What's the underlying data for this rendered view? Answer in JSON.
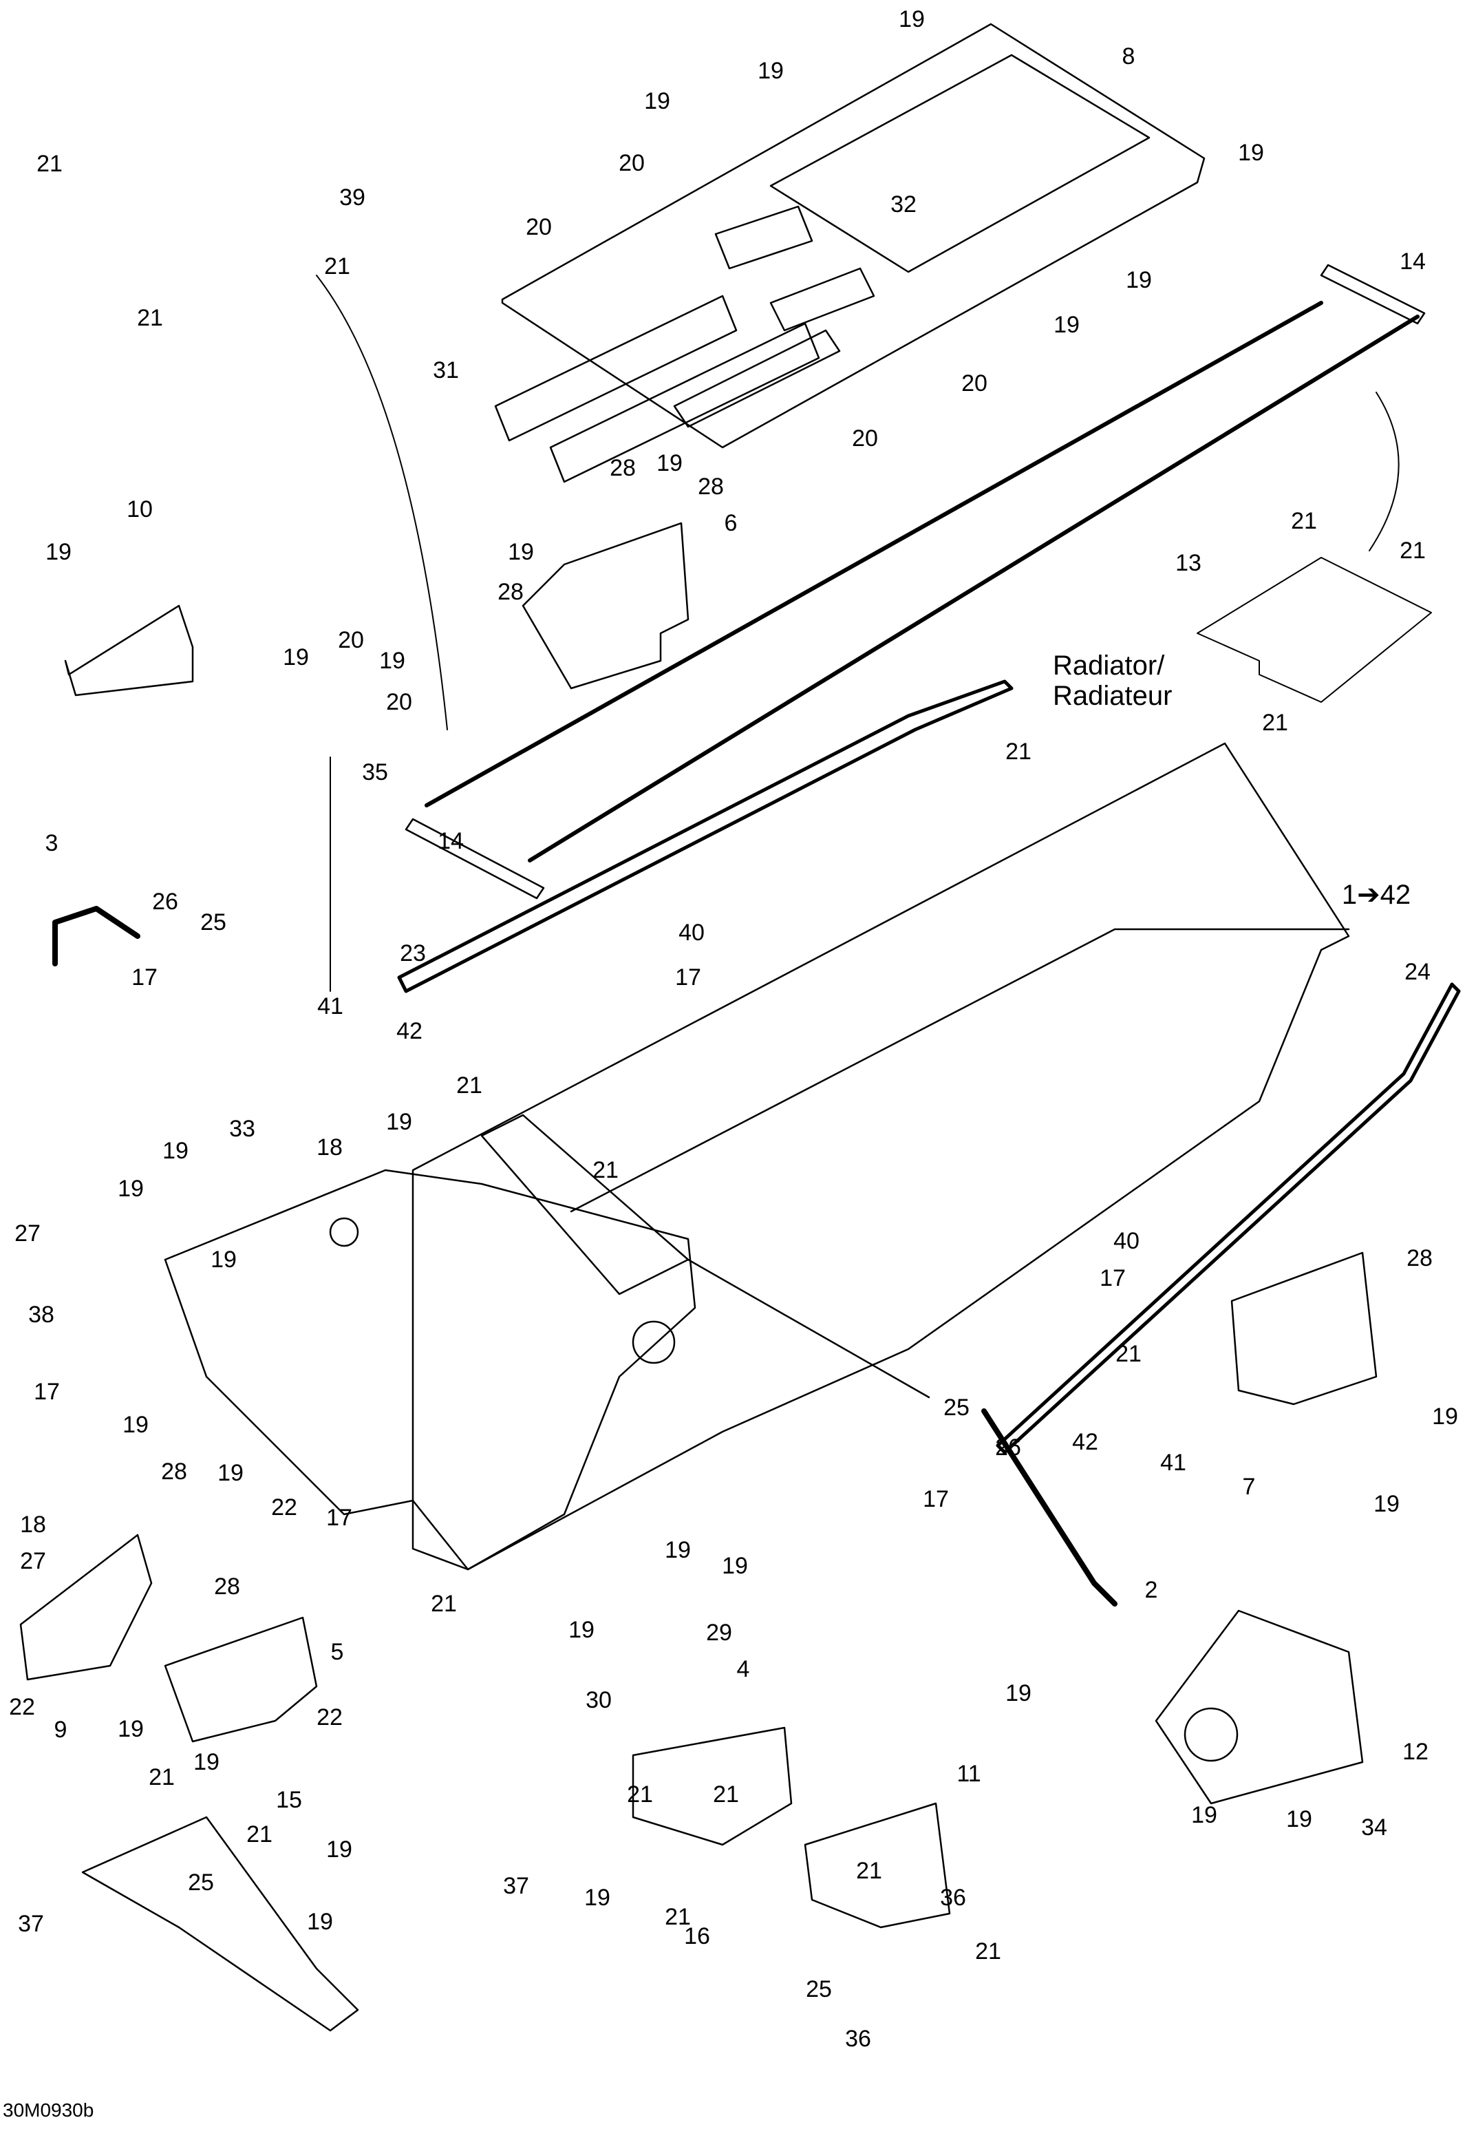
{
  "diagram": {
    "type": "exploded-parts-diagram",
    "subject": "Snowmobile frame / tunnel assembly",
    "drawing_code": "30M0930b",
    "range_label": "1➔42",
    "radiator_label_line1": "Radiator/",
    "radiator_label_line2": "Radiateur",
    "callouts": [
      {
        "id": "c19a",
        "text": "19"
      },
      {
        "id": "c8",
        "text": "8"
      },
      {
        "id": "c19b",
        "text": "19"
      },
      {
        "id": "c19c",
        "text": "19"
      },
      {
        "id": "c20a",
        "text": "20"
      },
      {
        "id": "c19d",
        "text": "19"
      },
      {
        "id": "c20b",
        "text": "20"
      },
      {
        "id": "c32",
        "text": "32"
      },
      {
        "id": "c21a",
        "text": "21"
      },
      {
        "id": "c39",
        "text": "39"
      },
      {
        "id": "c21b",
        "text": "21"
      },
      {
        "id": "c21c",
        "text": "21"
      },
      {
        "id": "c14a",
        "text": "14"
      },
      {
        "id": "c19e",
        "text": "19"
      },
      {
        "id": "c19f",
        "text": "19"
      },
      {
        "id": "c20c",
        "text": "20"
      },
      {
        "id": "c31",
        "text": "31"
      },
      {
        "id": "c20d",
        "text": "20"
      },
      {
        "id": "c28a",
        "text": "28"
      },
      {
        "id": "c19g",
        "text": "19"
      },
      {
        "id": "c28b",
        "text": "28"
      },
      {
        "id": "c6",
        "text": "6"
      },
      {
        "id": "c10",
        "text": "10"
      },
      {
        "id": "c19h",
        "text": "19"
      },
      {
        "id": "c28c",
        "text": "28"
      },
      {
        "id": "c13",
        "text": "13"
      },
      {
        "id": "c21d",
        "text": "21"
      },
      {
        "id": "c21e",
        "text": "21"
      },
      {
        "id": "c20e",
        "text": "20"
      },
      {
        "id": "c19i",
        "text": "19"
      },
      {
        "id": "c19j",
        "text": "19"
      },
      {
        "id": "c20f",
        "text": "20"
      },
      {
        "id": "c35",
        "text": "35"
      },
      {
        "id": "c19k",
        "text": "19"
      },
      {
        "id": "c21f",
        "text": "21"
      },
      {
        "id": "c21g",
        "text": "21"
      },
      {
        "id": "c3",
        "text": "3"
      },
      {
        "id": "c14b",
        "text": "14"
      },
      {
        "id": "c26a",
        "text": "26"
      },
      {
        "id": "c25a",
        "text": "25"
      },
      {
        "id": "c40a",
        "text": "40"
      },
      {
        "id": "c23",
        "text": "23"
      },
      {
        "id": "c17a",
        "text": "17"
      },
      {
        "id": "c17b",
        "text": "17"
      },
      {
        "id": "c24",
        "text": "24"
      },
      {
        "id": "c41a",
        "text": "41"
      },
      {
        "id": "c42a",
        "text": "42"
      },
      {
        "id": "c21h",
        "text": "21"
      },
      {
        "id": "c19l",
        "text": "19"
      },
      {
        "id": "c33",
        "text": "33"
      },
      {
        "id": "c18a",
        "text": "18"
      },
      {
        "id": "c19m",
        "text": "19"
      },
      {
        "id": "c21i",
        "text": "21"
      },
      {
        "id": "c19n",
        "text": "19"
      },
      {
        "id": "c27a",
        "text": "27"
      },
      {
        "id": "c19o",
        "text": "19"
      },
      {
        "id": "c40b",
        "text": "40"
      },
      {
        "id": "c17c",
        "text": "17"
      },
      {
        "id": "c28d",
        "text": "28"
      },
      {
        "id": "c38",
        "text": "38"
      },
      {
        "id": "c17d",
        "text": "17"
      },
      {
        "id": "c19p",
        "text": "19"
      },
      {
        "id": "c21j",
        "text": "21"
      },
      {
        "id": "c19q",
        "text": "19"
      },
      {
        "id": "c28e",
        "text": "28"
      },
      {
        "id": "c19r",
        "text": "19"
      },
      {
        "id": "c22a",
        "text": "22"
      },
      {
        "id": "c25b",
        "text": "25"
      },
      {
        "id": "c42b",
        "text": "42"
      },
      {
        "id": "c41b",
        "text": "41"
      },
      {
        "id": "c26b",
        "text": "26"
      },
      {
        "id": "c7",
        "text": "7"
      },
      {
        "id": "c19s",
        "text": "19"
      },
      {
        "id": "c17e",
        "text": "17"
      },
      {
        "id": "c18b",
        "text": "18"
      },
      {
        "id": "c27b",
        "text": "27"
      },
      {
        "id": "c28f",
        "text": "28"
      },
      {
        "id": "c17f",
        "text": "17"
      },
      {
        "id": "c19t",
        "text": "19"
      },
      {
        "id": "c19u",
        "text": "19"
      },
      {
        "id": "c21k",
        "text": "21"
      },
      {
        "id": "c29",
        "text": "29"
      },
      {
        "id": "c4",
        "text": "4"
      },
      {
        "id": "c2",
        "text": "2"
      },
      {
        "id": "c22b",
        "text": "22"
      },
      {
        "id": "c9",
        "text": "9"
      },
      {
        "id": "c5",
        "text": "5"
      },
      {
        "id": "c19v",
        "text": "19"
      },
      {
        "id": "c30",
        "text": "30"
      },
      {
        "id": "c19w",
        "text": "19"
      },
      {
        "id": "c19x",
        "text": "19"
      },
      {
        "id": "c22c",
        "text": "22"
      },
      {
        "id": "c19y",
        "text": "19"
      },
      {
        "id": "c21l",
        "text": "21"
      },
      {
        "id": "c11",
        "text": "11"
      },
      {
        "id": "c12",
        "text": "12"
      },
      {
        "id": "c15",
        "text": "15"
      },
      {
        "id": "c21m",
        "text": "21"
      },
      {
        "id": "c21n",
        "text": "21"
      },
      {
        "id": "c21o",
        "text": "21"
      },
      {
        "id": "c19z",
        "text": "19"
      },
      {
        "id": "c19aa",
        "text": "19"
      },
      {
        "id": "c19ab",
        "text": "19"
      },
      {
        "id": "c34",
        "text": "34"
      },
      {
        "id": "c37a",
        "text": "37"
      },
      {
        "id": "c25c",
        "text": "25"
      },
      {
        "id": "c19ac",
        "text": "19"
      },
      {
        "id": "c21p",
        "text": "21"
      },
      {
        "id": "c21q",
        "text": "21"
      },
      {
        "id": "c16",
        "text": "16"
      },
      {
        "id": "c36a",
        "text": "36"
      },
      {
        "id": "c37b",
        "text": "37"
      },
      {
        "id": "c19ad",
        "text": "19"
      },
      {
        "id": "c21r",
        "text": "21"
      },
      {
        "id": "c25d",
        "text": "25"
      },
      {
        "id": "c36b",
        "text": "36"
      }
    ]
  }
}
